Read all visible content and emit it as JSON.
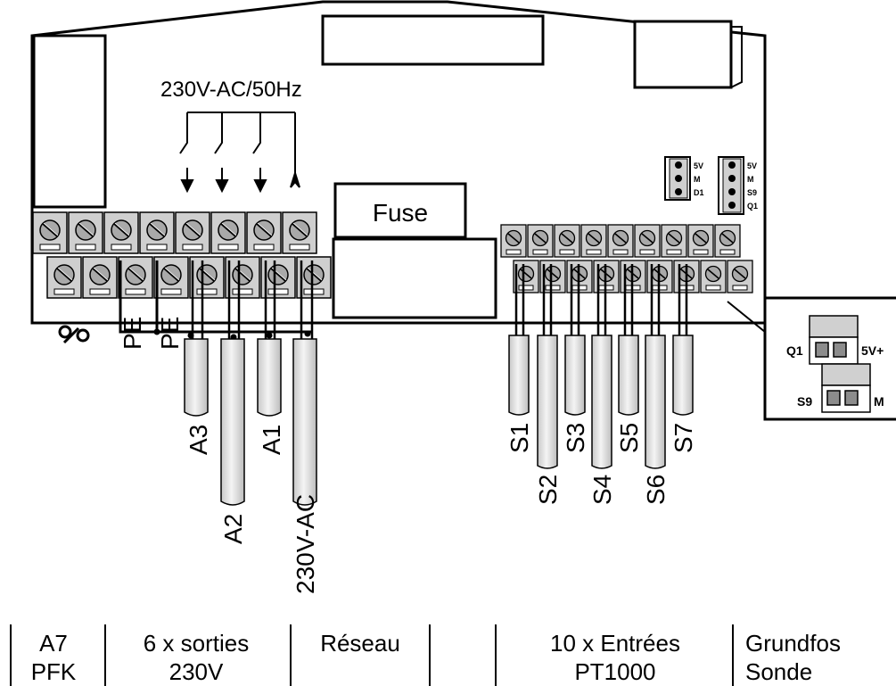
{
  "diagram": {
    "voltage_label": "230V-AC/50Hz",
    "fuse_label": "Fuse",
    "pe_labels": [
      "PE",
      "PE"
    ],
    "output_cables": [
      "A3",
      "A2",
      "A1",
      "230V-AC"
    ],
    "sensor_cables": [
      "S1",
      "S2",
      "S3",
      "S4",
      "S5",
      "S6",
      "S7"
    ],
    "connector_a_pins": [
      "5V",
      "M",
      "D1"
    ],
    "connector_b_pins": [
      "5V",
      "M",
      "S9",
      "Q1"
    ],
    "detail": {
      "top_left": "Q1",
      "top_right": "5V+",
      "bottom_left": "S9",
      "bottom_right": "M"
    }
  },
  "footer": [
    {
      "line1": "A7",
      "line2": "PFK"
    },
    {
      "line1": "6 x sorties",
      "line2": "230V"
    },
    {
      "line1": "Réseau",
      "line2": ""
    },
    {
      "line1": "10 x Entrées",
      "line2": "PT1000"
    },
    {
      "line1": "Grundfos",
      "line2": "Sonde"
    }
  ]
}
